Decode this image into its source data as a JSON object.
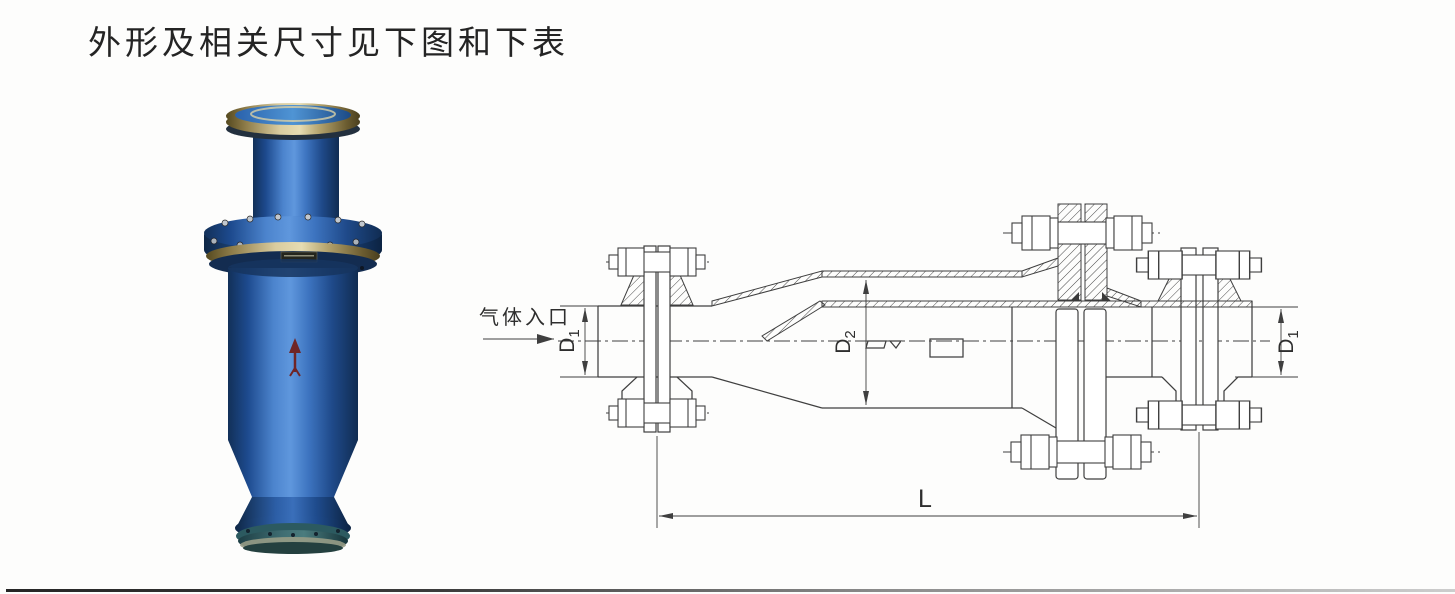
{
  "title": "外形及相关尺寸见下图和下表",
  "drawing": {
    "inlet_label": "气体入口",
    "dim_d1_left": {
      "base": "D",
      "sub": "1"
    },
    "dim_d2": {
      "base": "D",
      "sub": "2"
    },
    "dim_d1_right": {
      "base": "D",
      "sub": "1"
    },
    "dim_length": "L",
    "line_color": "#3f3f3f"
  },
  "photo": {
    "body_color": "#2f66b4",
    "flange_metal_color": "#d9cc9f",
    "flow_arrow_color": "#6f2526"
  }
}
